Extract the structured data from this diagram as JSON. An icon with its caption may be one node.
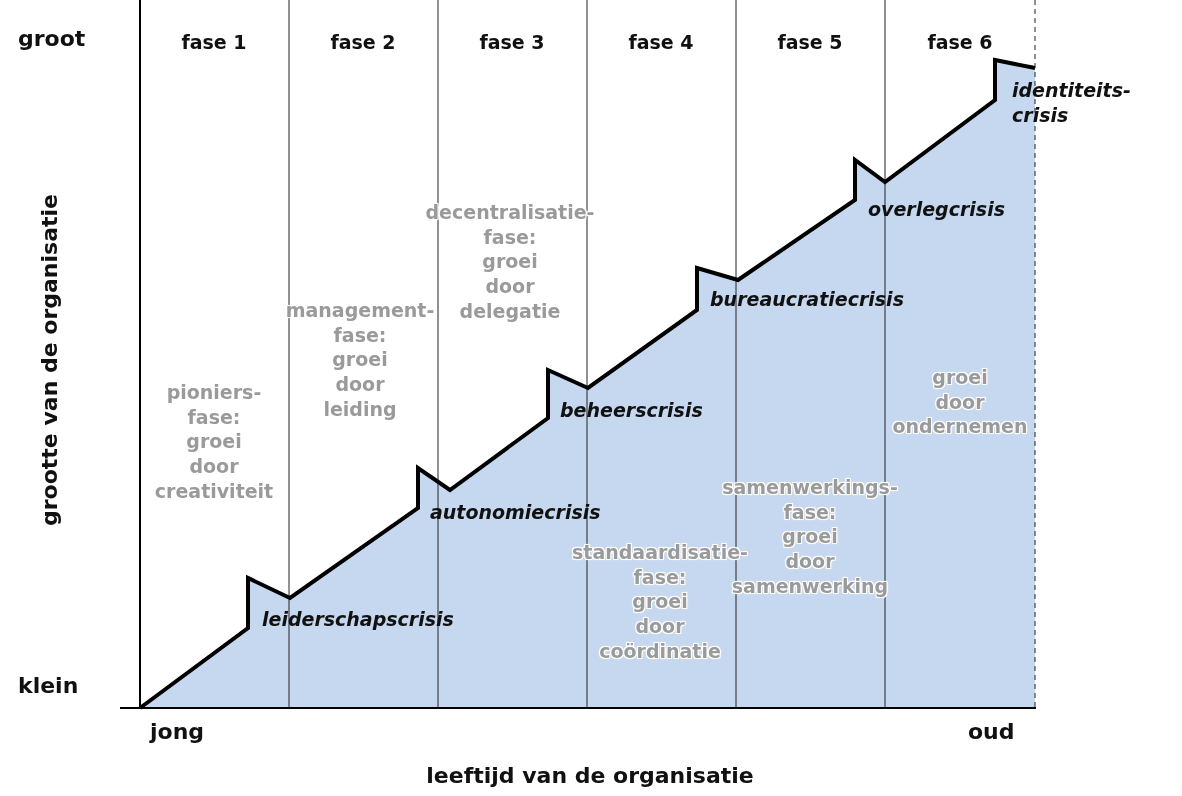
{
  "diagram": {
    "labels": [
      "groot",
      "fase 1",
      "fase 2",
      "fase 3",
      "fase 4",
      "fase 5",
      "fase 6",
      "identiteits- crisis",
      "overlegcrisis",
      "decentralisatie- fase: groei door delegatie",
      "bureaucratiecrisis",
      "management- fase: groei door leiding",
      "pioniers- fase: groei door creativiteit",
      "beheerscrisis",
      "groei door ondernemen",
      "samenwerkings- fase: groei door samenwerking",
      "autonomiecrisis",
      "standaardisatie- fase: groei door coördinatie",
      "leiderschapscrisis",
      "klein",
      "jong",
      "oud",
      "grootte van de organisatie",
      "leeftijd van de organisatie"
    ]
  }
}
